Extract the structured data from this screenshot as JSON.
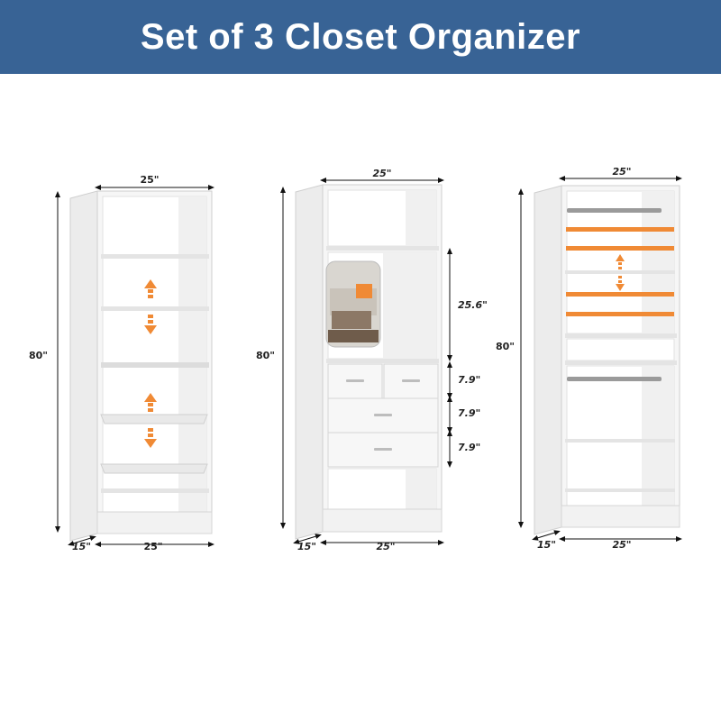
{
  "title": "Set of 3 Closet Organizer",
  "colors": {
    "banner": "#386395",
    "accent": "#f08a35",
    "panel": "#f4f4f4"
  },
  "units": {
    "left": {
      "width_top": "25\"",
      "height": "80\"",
      "depth": "15\"",
      "width_bottom": "25\""
    },
    "middle": {
      "width_top": "25\"",
      "height": "80\"",
      "depth": "15\"",
      "width_bottom": "25\"",
      "open_section": "25.6\"",
      "drawer_1": "7.9\"",
      "drawer_2": "7.9\"",
      "drawer_3": "7.9\""
    },
    "right": {
      "width_top": "25\"",
      "height": "80\"",
      "depth": "15\"",
      "width_bottom": "25\""
    }
  }
}
